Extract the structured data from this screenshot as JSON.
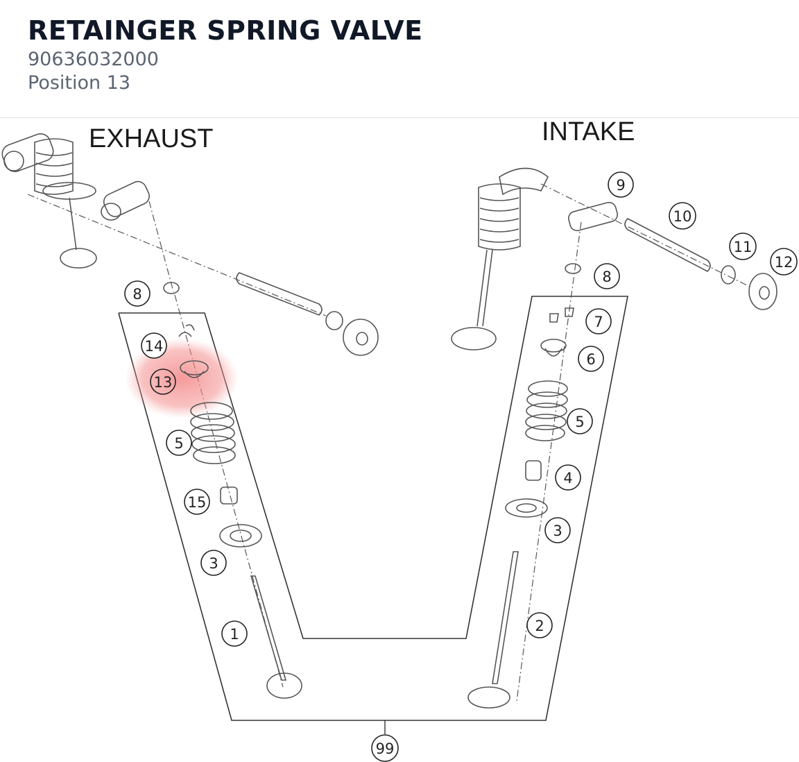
{
  "header": {
    "title": "RETAINGER SPRING VALVE",
    "part_number": "90636032000",
    "position": "Position 13"
  },
  "diagram": {
    "label_exhaust": "EXHAUST",
    "label_intake": "INTAKE",
    "highlight_color": "#f08080",
    "callouts": {
      "ex_8": "8",
      "ex_14": "14",
      "ex_13": "13",
      "ex_5": "5",
      "ex_15": "15",
      "ex_3": "3",
      "ex_1": "1",
      "in_9": "9",
      "in_10": "10",
      "in_11": "11",
      "in_12": "12",
      "in_8": "8",
      "in_7": "7",
      "in_6": "6",
      "in_5": "5",
      "in_4": "4",
      "in_3": "3",
      "in_2": "2",
      "kit_99": "99"
    }
  }
}
